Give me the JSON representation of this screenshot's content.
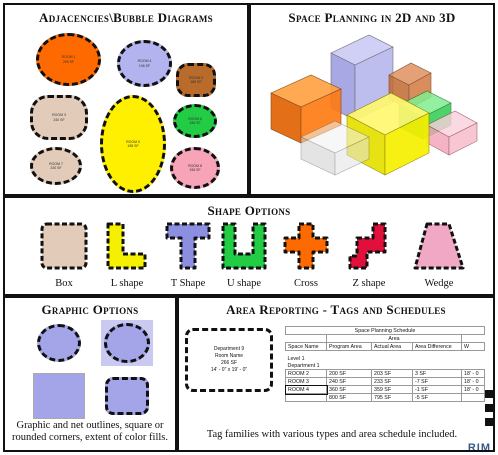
{
  "panels": {
    "bubble": {
      "title": "Adjacencies\\Bubble Diagrams",
      "bubbles": [
        {
          "l1": "ROOM 1",
          "l2": "295 SF"
        },
        {
          "l1": "ROOM 4",
          "l2": "196 SF"
        },
        {
          "l1": "ROOM 3",
          "l2": "240 SF"
        },
        {
          "l1": "ROOM 5",
          "l2": "198 SF"
        },
        {
          "l1": "ROOM 2",
          "l2": "165 SF"
        },
        {
          "l1": "ROOM 6",
          "l2": "196 SF"
        },
        {
          "l1": "ROOM 7",
          "l2": "240 SF"
        },
        {
          "l1": "ROOM 8",
          "l2": "196 SF"
        }
      ],
      "colors": {
        "orange": "#ff6a00",
        "lavender": "#b3b3ef",
        "tan": "#e2cbb8",
        "yellow": "#fff000",
        "brown": "#b86b2a",
        "green": "#22cc44",
        "pink": "#f7a3b8"
      }
    },
    "space": {
      "title": "Space Planning in 2D and 3D"
    },
    "shapes": {
      "title": "Shape Options",
      "items": [
        {
          "label": "Box",
          "color": "#e2cbb8"
        },
        {
          "label": "L shape",
          "color": "#f5f000"
        },
        {
          "label": "T Shape",
          "color": "#8c8ee0"
        },
        {
          "label": "U shape",
          "color": "#22cc44"
        },
        {
          "label": "Cross",
          "color": "#ff6a00"
        },
        {
          "label": "Z shape",
          "color": "#e0103a"
        },
        {
          "label": "Wedge",
          "color": "#f0a8c4"
        }
      ]
    },
    "graphic": {
      "title": "Graphic Options",
      "caption": "Graphic and net outlines, square or rounded corners, extent of color fills."
    },
    "area": {
      "title": "Area Reporting - Tags and Schedules",
      "tag": {
        "line1": "Department 9",
        "line2": "Room Name",
        "line3": "266 SF",
        "line4": "14' - 0\" x 19' - 0\""
      },
      "schedule": {
        "title": "Space Planning Schedule",
        "group_header": "Area",
        "columns": [
          "Space Name",
          "Program Area",
          "Actual Area",
          "Area Difference",
          "W"
        ],
        "level": "Level 1",
        "department": "Department 1",
        "rows": [
          [
            "ROOM 2",
            "200 SF",
            "203 SF",
            "3 SF",
            "18' - 0"
          ],
          [
            "ROOM 3",
            "240 SF",
            "233 SF",
            "-7 SF",
            "18' - 0"
          ],
          [
            "ROOM 4",
            "360 SF",
            "359 SF",
            "-1 SF",
            "18' - 0"
          ]
        ],
        "totals": [
          "",
          "800 SF",
          "795 SF",
          "-5 SF",
          ""
        ]
      },
      "caption": "Tag families with various types and area schedule included."
    }
  },
  "corner_logo": "RIM"
}
